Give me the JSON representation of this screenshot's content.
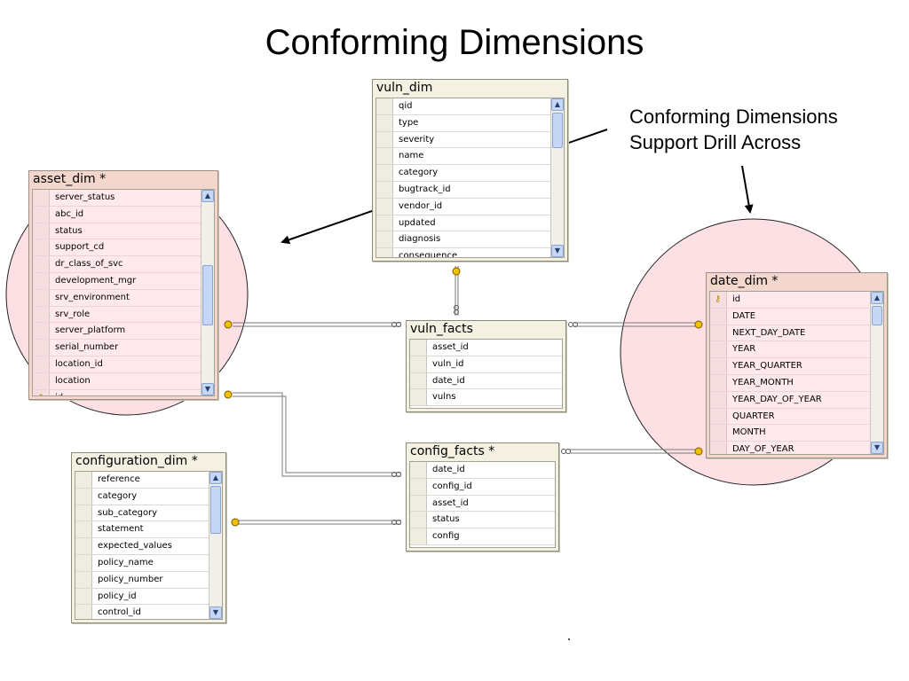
{
  "title": "Conforming Dimensions",
  "annotation": {
    "line1": "Conforming Dimensions",
    "line2": "Support Drill Across"
  },
  "colors": {
    "highlight_fill": "#fde0e3",
    "highlight_stroke": "#222222",
    "table_header": "#f4f1e2",
    "pink_header": "#f3d6cc",
    "scroll_accent": "#c6d7f6",
    "key_yellow": "#f2c200"
  },
  "tables": {
    "vuln_dim": {
      "name": "vuln_dim",
      "columns": [
        "qid",
        "type",
        "severity",
        "name",
        "category",
        "bugtrack_id",
        "vendor_id",
        "updated",
        "diagnosis",
        "consequence"
      ]
    },
    "asset_dim": {
      "name": "asset_dim *",
      "columns": [
        "server_status",
        "abc_id",
        "status",
        "support_cd",
        "dr_class_of_svc",
        "development_mgr",
        "srv_environment",
        "srv_role",
        "server_platform",
        "serial_number",
        "location_id",
        "location",
        "id"
      ]
    },
    "vuln_facts": {
      "name": "vuln_facts",
      "columns": [
        "asset_id",
        "vuln_id",
        "date_id",
        "vulns"
      ]
    },
    "date_dim": {
      "name": "date_dim *",
      "columns": [
        "id",
        "DATE",
        "NEXT_DAY_DATE",
        "YEAR",
        "YEAR_QUARTER",
        "YEAR_MONTH",
        "YEAR_DAY_OF_YEAR",
        "QUARTER",
        "MONTH",
        "DAY_OF_YEAR"
      ]
    },
    "config_facts": {
      "name": "config_facts *",
      "columns": [
        "date_id",
        "config_id",
        "asset_id",
        "status",
        "config"
      ]
    },
    "configuration_dim": {
      "name": "configuration_dim *",
      "columns": [
        "reference",
        "category",
        "sub_category",
        "statement",
        "expected_values",
        "policy_name",
        "policy_number",
        "policy_id",
        "control_id"
      ]
    }
  }
}
